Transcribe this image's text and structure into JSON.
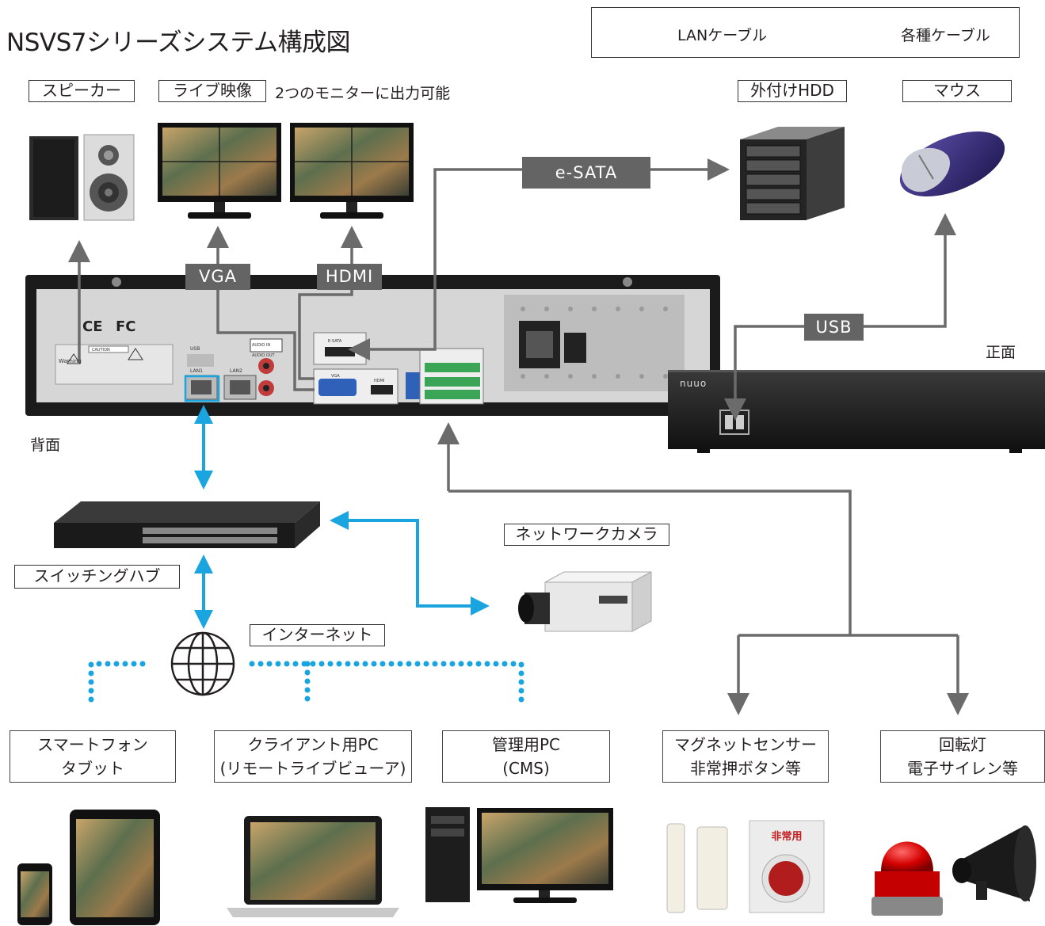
{
  "title": "NSVS7シリーズシステム構成図",
  "legend": {
    "lan": "LANケーブル",
    "cable": "各種ケーブル"
  },
  "labels": {
    "speaker": "スピーカー",
    "live_video": "ライブ映像",
    "monitor_note": "2つのモニターに出力可能",
    "hdd": "外付けHDD",
    "mouse": "マウス",
    "rear": "背面",
    "front": "正面",
    "switch": "スイッチングハブ",
    "network_camera": "ネットワークカメラ",
    "internet": "インターネット"
  },
  "tags": {
    "vga": "VGA",
    "hdmi": "HDMI",
    "esata": "e-SATA",
    "usb": "USB"
  },
  "clients": [
    {
      "line1": "スマートフォン",
      "line2": "タブット"
    },
    {
      "line1": "クライアント用PC",
      "line2": "(リモートライブビューア)"
    },
    {
      "line1": "管理用PC",
      "line2": "(CMS)"
    },
    {
      "line1": "マグネットセンサー",
      "line2": "非常押ボタン等"
    },
    {
      "line1": "回転灯",
      "line2": "電子サイレン等"
    }
  ],
  "device_text": {
    "brand": "nuuo",
    "emergency": "非常用",
    "ce": "CE",
    "fc": "FC",
    "warning": "Warning",
    "caution": "CAUTION",
    "port_lan1": "LAN1",
    "port_lan2": "LAN2",
    "port_usb": "USB",
    "port_audio_in": "AUDIO IN",
    "port_audio_out": "AUDIO OUT",
    "port_esata": "E-SATA",
    "port_vga": "VGA",
    "port_hdmi": "HDMI"
  },
  "colors": {
    "lan": "#1aa4e0",
    "cable": "#6b6b6b",
    "tag_bg": "#646464"
  }
}
